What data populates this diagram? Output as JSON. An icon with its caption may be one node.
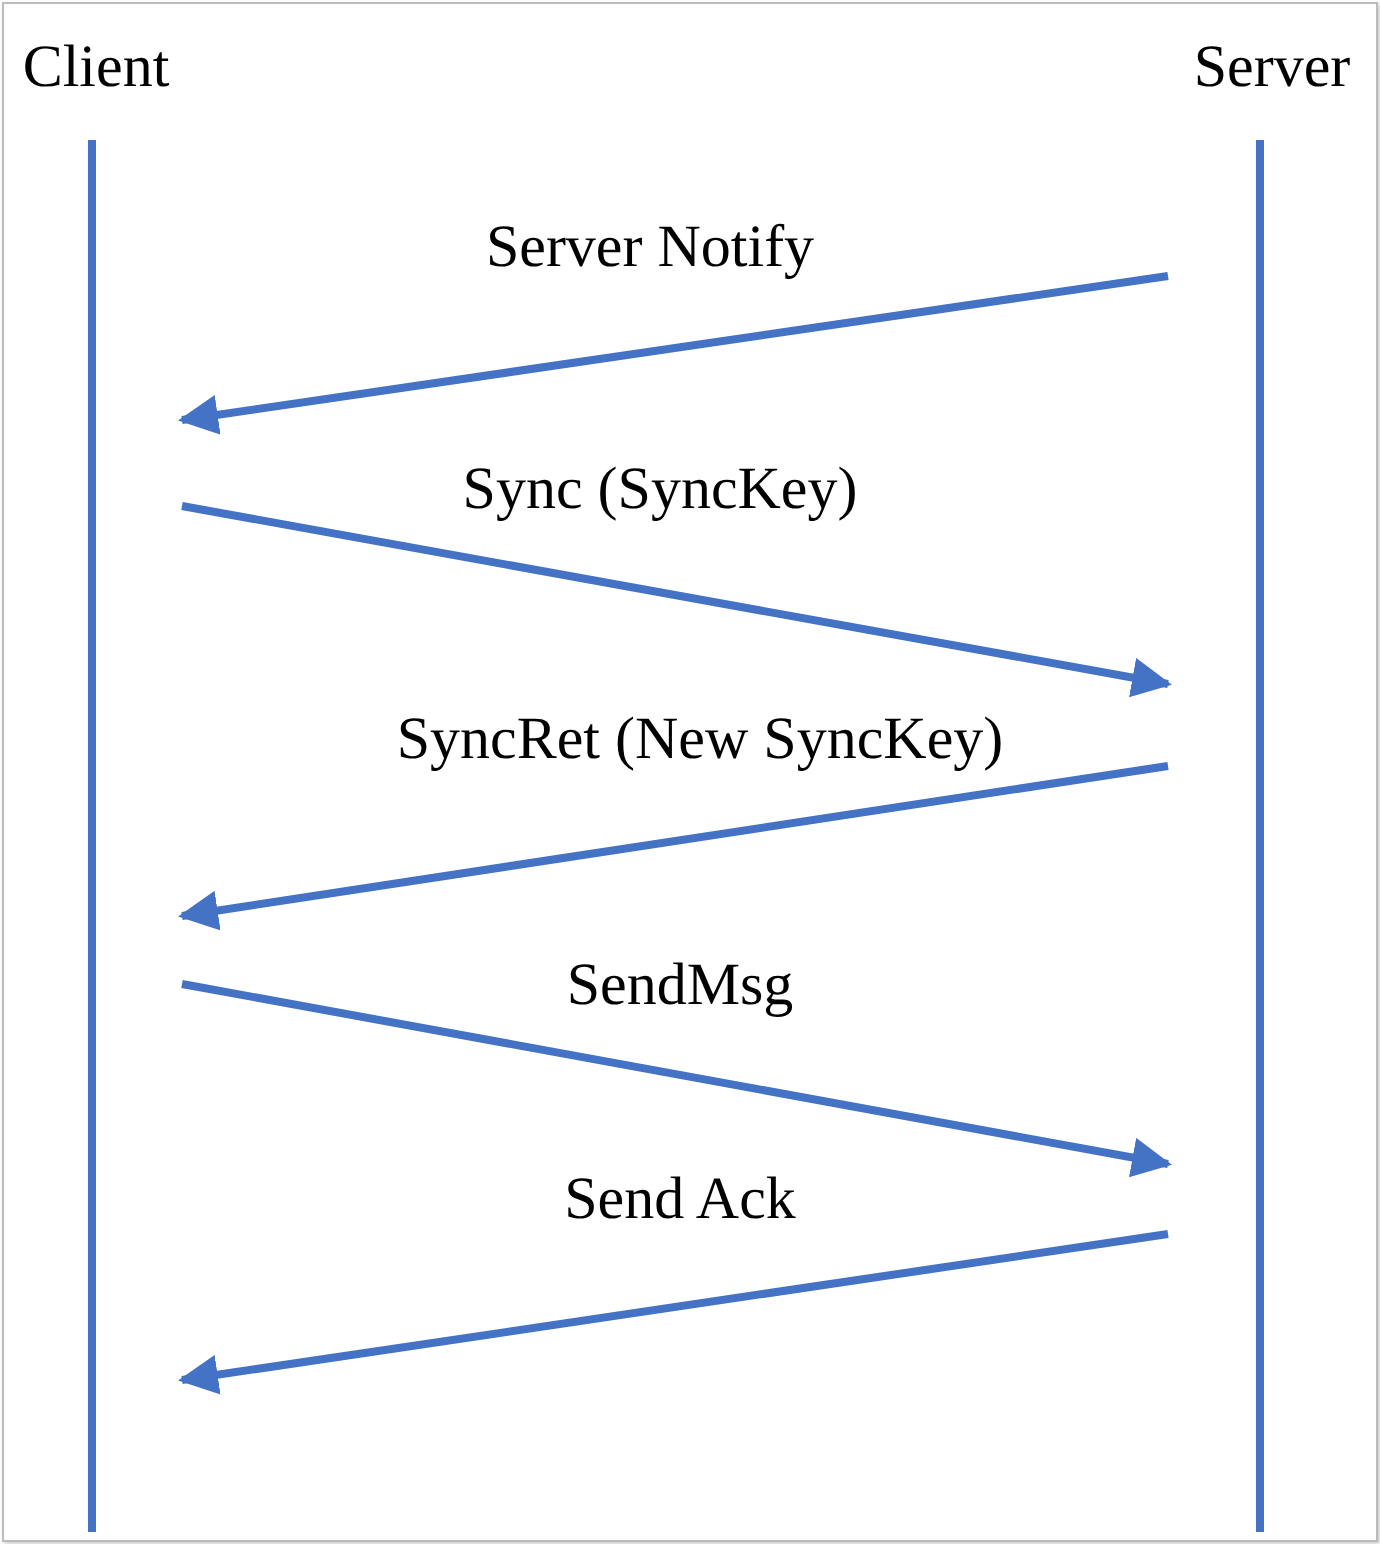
{
  "diagram": {
    "nodes": [
      {
        "text": [
          "Client"
        ]
      },
      {
        "text": [
          "Server"
        ]
      }
    ],
    "edges": [
      {
        "from": 1,
        "to": 0,
        "arrow": "to",
        "label": "Server Notify"
      },
      {
        "from": 0,
        "to": 1,
        "arrow": "to",
        "label": "Sync (SyncKey)"
      },
      {
        "from": 1,
        "to": 0,
        "arrow": "to",
        "label": "SyncRet (New SyncKey)"
      },
      {
        "from": 0,
        "to": 1,
        "arrow": "to",
        "label": "SendMsg"
      },
      {
        "from": 1,
        "to": 0,
        "arrow": "to",
        "label": "Send Ack"
      }
    ]
  }
}
